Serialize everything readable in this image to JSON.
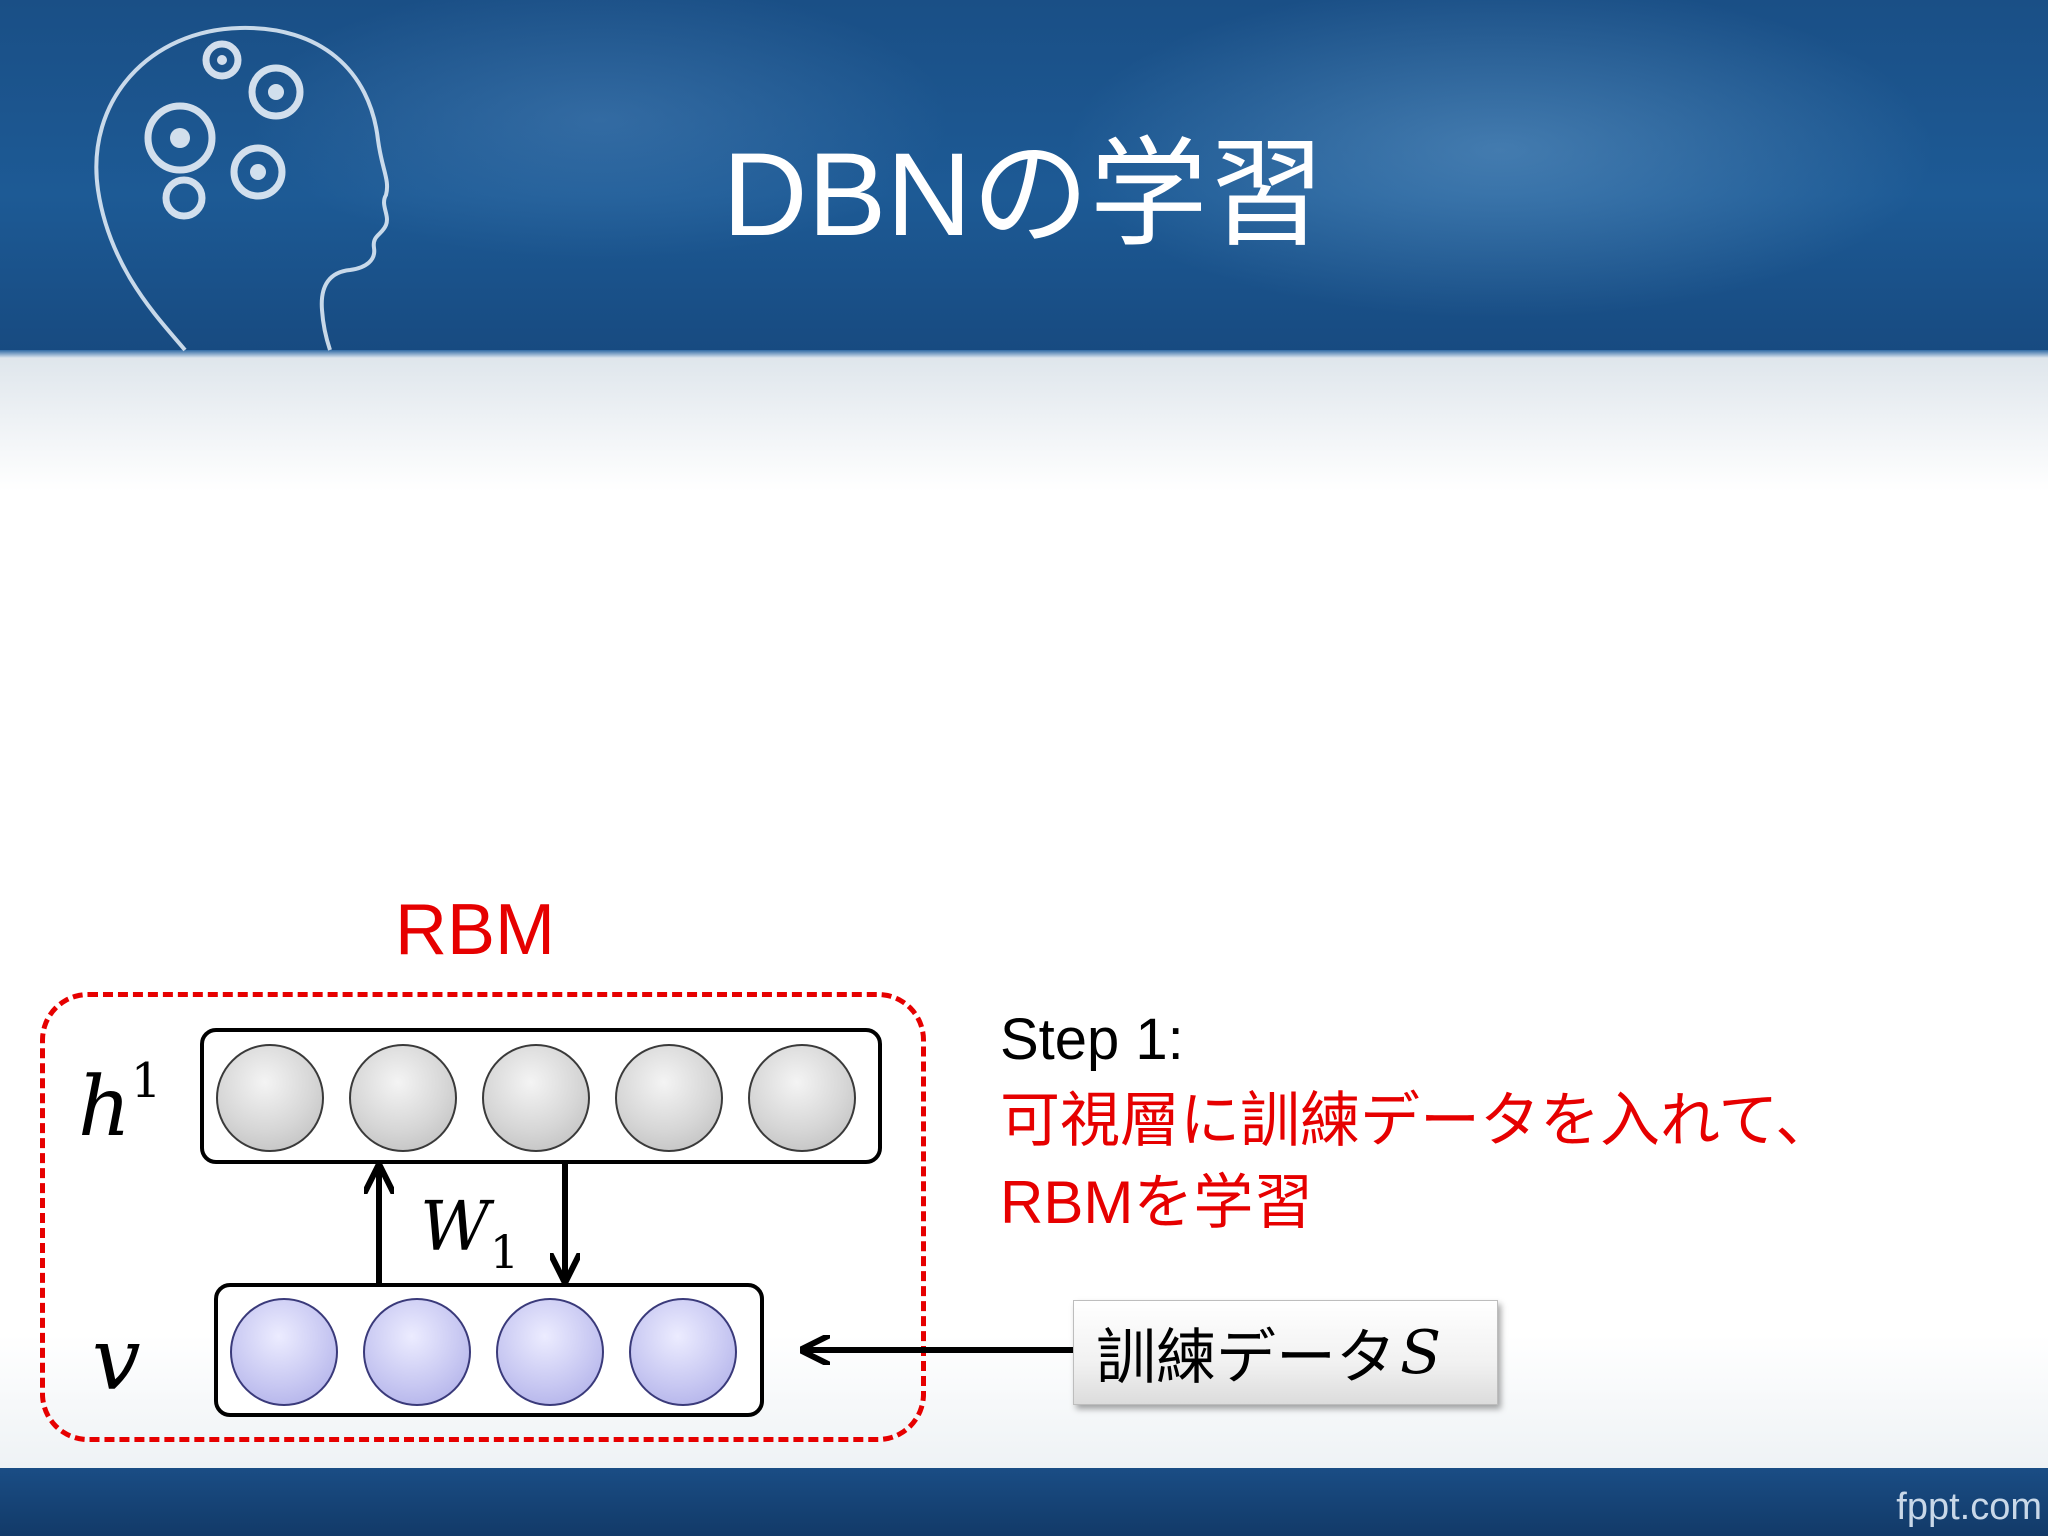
{
  "slide": {
    "title": "DBNの学習",
    "footer_brand": "fppt.com"
  },
  "diagram": {
    "rbm_label": "RBM",
    "hidden_layer_label": "h",
    "hidden_layer_superscript": "1",
    "visible_layer_label": "v",
    "weight_label": "W",
    "weight_subscript": "1",
    "hidden_node_count": 5,
    "visible_node_count": 4,
    "training_data_label": "訓練データ",
    "training_data_symbol": "S",
    "colors": {
      "accent_red": "#e60000",
      "hidden_node": "#d6d6d6",
      "visible_node": "#c8c8f2"
    }
  },
  "step": {
    "heading": "Step 1:",
    "lines": [
      "可視層に訓練データを入れて、",
      "RBMを学習"
    ]
  }
}
